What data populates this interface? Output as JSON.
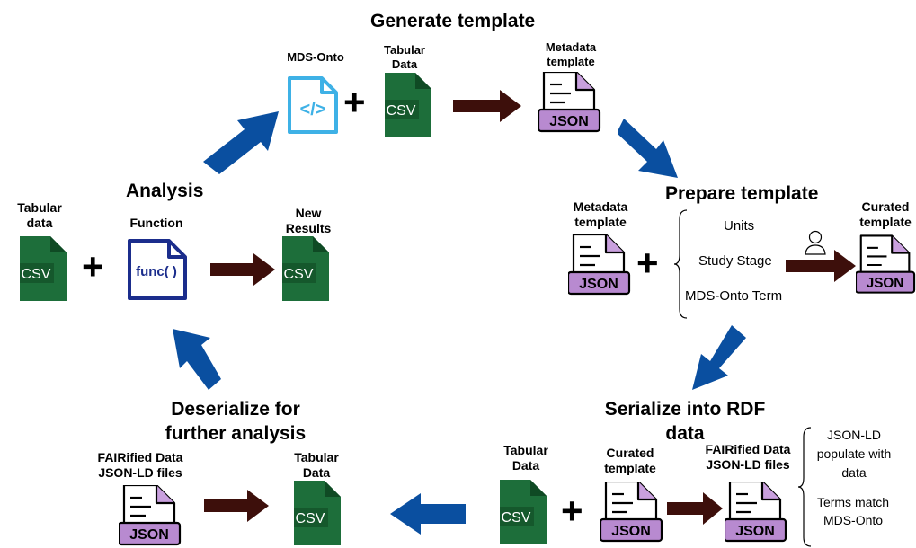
{
  "titles": {
    "generate": "Generate template",
    "prepare": "Prepare template",
    "serialize": "Serialize into RDF data",
    "deserialize": "Deserialize for further analysis",
    "analysis": "Analysis"
  },
  "generate": {
    "mds_onto": "MDS-Onto",
    "tabular_data": "Tabular Data",
    "metadata_template": "Metadata template"
  },
  "prepare": {
    "metadata_template": "Metadata template",
    "options": [
      "Units",
      "Study Stage",
      "MDS-Onto Term"
    ],
    "curated_template": "Curated template"
  },
  "serialize": {
    "tabular_data": "Tabular Data",
    "curated_template": "Curated template",
    "fairified": "FAIRified Data JSON-LD files",
    "notes": [
      "JSON-LD populate with data",
      "Terms match MDS-Onto"
    ]
  },
  "deserialize": {
    "fairified": "FAIRified Data JSON-LD files",
    "tabular_data": "Tabular Data"
  },
  "analysis": {
    "tabular": "Tabular data",
    "function": "Function",
    "new_results": "New Results",
    "func_text": "func( )"
  },
  "badges": {
    "csv": "CSV",
    "json": "JSON",
    "code": "</>"
  },
  "symbols": {
    "plus": "+"
  },
  "colors": {
    "blue_arrow": "#0a4fa0",
    "dark_arrow": "#3d0f0b",
    "csv_green": "#1d6e3a",
    "csv_badge": "#15582c",
    "json_purple": "#b88ad0",
    "code_blue": "#3eb1e6",
    "func_navy": "#1b2d8c"
  }
}
